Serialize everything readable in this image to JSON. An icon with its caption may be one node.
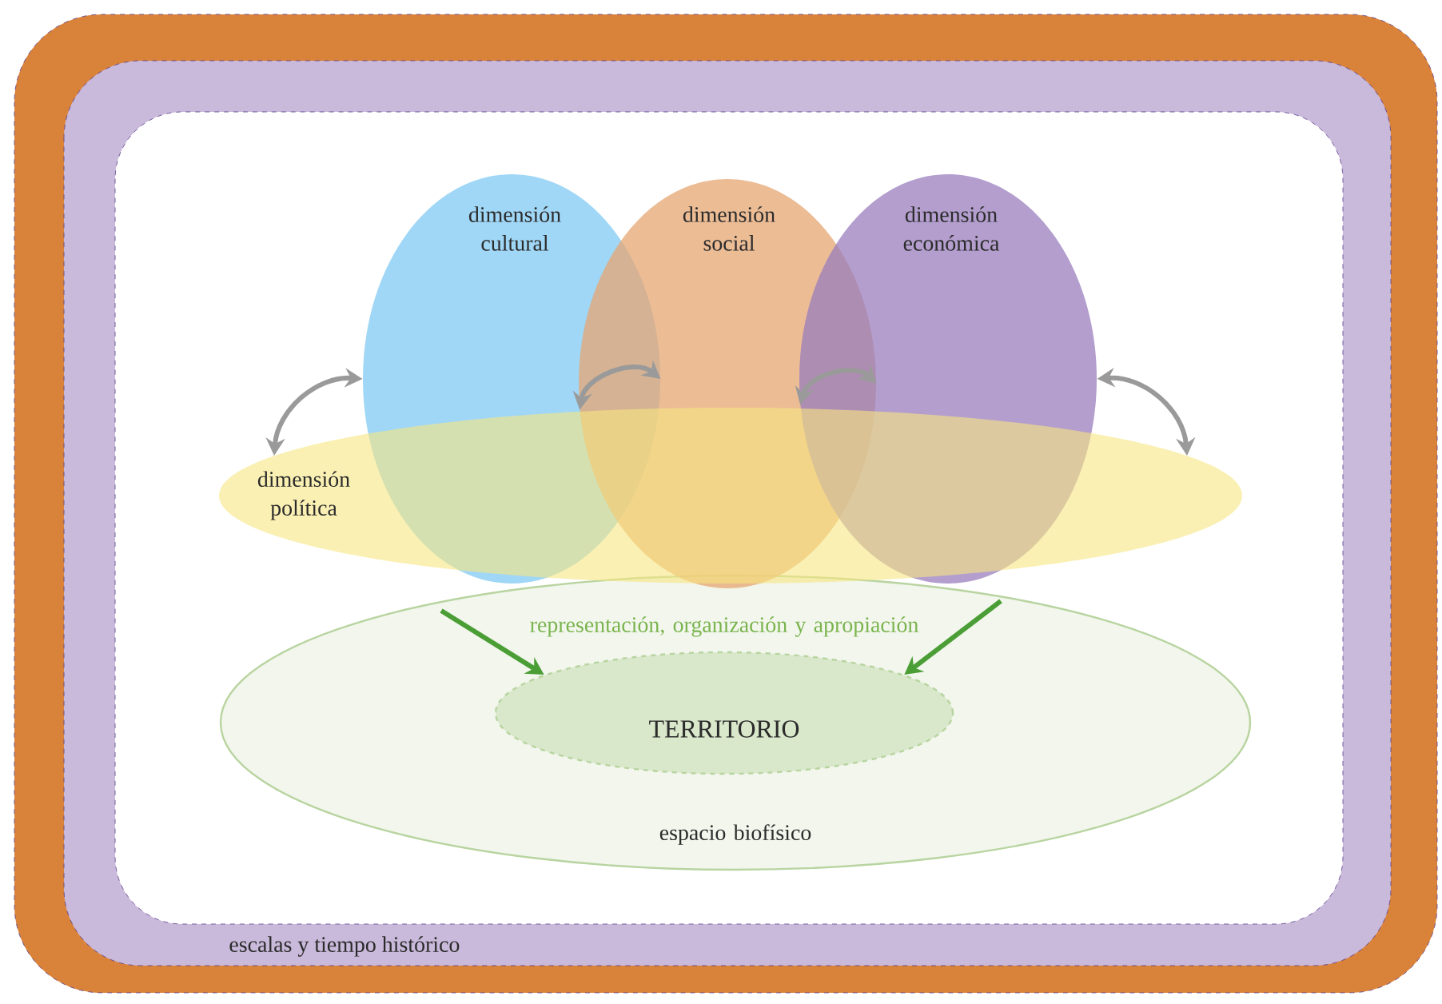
{
  "diagram": {
    "nodes": [
      {
        "text": [
          "escalas y tiempo histórico"
        ]
      },
      {
        "text": [
          "dimensión cultural"
        ],
        "in": 0
      },
      {
        "text": [
          "dimensión social"
        ],
        "in": 0
      },
      {
        "text": [
          "dimensión económica"
        ],
        "in": 0
      },
      {
        "text": [
          "dimensión política"
        ],
        "in": 0
      },
      {
        "text": [
          "espacio biofísico"
        ],
        "in": 0
      },
      {
        "text": [
          "TERRITORIO"
        ],
        "in": 5
      }
    ],
    "edges": [
      {
        "from": 4,
        "to": 1,
        "arrow": "both"
      },
      {
        "from": 1,
        "to": 2,
        "arrow": "both"
      },
      {
        "from": 2,
        "to": 3,
        "arrow": "both"
      },
      {
        "from": 3,
        "to": 4,
        "arrow": "both"
      },
      {
        "from": null,
        "to": 6,
        "arrow": "to",
        "color": "#4a9e35"
      },
      {
        "from": null,
        "to": 6,
        "arrow": "to",
        "color": "#4a9e35"
      }
    ],
    "labels": [
      "representación, organización y apropiación"
    ]
  }
}
